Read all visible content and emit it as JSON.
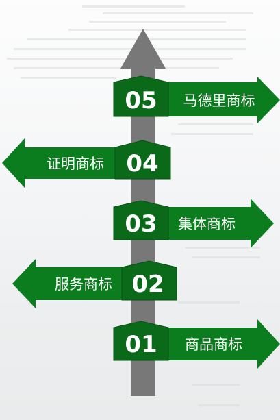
{
  "colors": {
    "sign_green": "#0b7d1f",
    "sign_dark": "#075113",
    "tab_green": "#0a6a1a",
    "pole_gray": "#787878"
  },
  "signs": [
    {
      "number": "05",
      "label": "马德里商标",
      "direction": "right"
    },
    {
      "number": "04",
      "label": "证明商标",
      "direction": "left"
    },
    {
      "number": "03",
      "label": "集体商标",
      "direction": "right"
    },
    {
      "number": "02",
      "label": "服务商标",
      "direction": "left"
    },
    {
      "number": "01",
      "label": "商品商标",
      "direction": "right"
    }
  ]
}
